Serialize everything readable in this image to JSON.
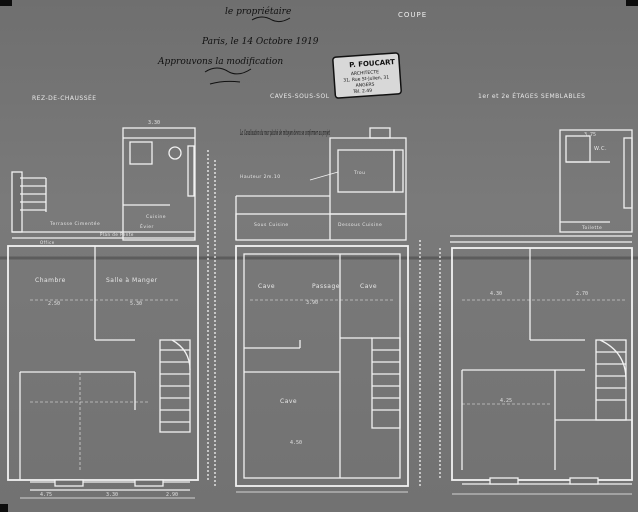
{
  "header": {
    "handwritten_top": "le propriétaire",
    "handwritten_date": "Paris, le 14 Octobre 1919",
    "handwritten_approval": "Approuvons la modification",
    "title_coupe": "COUPE"
  },
  "stamp": {
    "name": "P. FOUCART",
    "line1": "ARCHITECTE",
    "line2": "31, Rue St-Julien, 31",
    "line3": "ANGERS",
    "line4": "Tél. 2.49"
  },
  "plans": {
    "rdc": {
      "title": "REZ-DE-CHAUSSÉE"
    },
    "caves": {
      "title": "CAVES-SOUS-SOL"
    },
    "etages": {
      "title": "1er et 2e ÉTAGES SEMBLABLES"
    }
  },
  "annotations": {
    "canalisation_note": "La Canalisation du mur plaché de mitoyen devra se conformer au projet",
    "hauteur_note": "Hauteur 2m.10",
    "terrasse": "Terrasse Cimentée",
    "cuisine": "Cuisine",
    "evier": "Évier",
    "office": "Office",
    "plan_de_pente": "Plan de Pente",
    "chambre_rdc": "Chambre",
    "salle_manger": "Salle à Manger",
    "wc_caves": "Trou",
    "sous_cuisine": "Sous Cuisine",
    "dessous_cuisine": "Dessous Cuisine",
    "cave1": "Cave",
    "passage": "Passage",
    "cave2": "Cave",
    "cave3": "Cave",
    "wc_etage": "W.C.",
    "toilette": "Toilette"
  },
  "dimensions": {
    "d1": "3.30",
    "d2": "2.50",
    "d3": "5.30",
    "d4": "3.90",
    "d5": "4.50",
    "d6": "4.30",
    "d7": "2.70",
    "d8": "4.25",
    "d9": "4.75",
    "d10": "3.30",
    "d11": "2.90",
    "d12": "3.75"
  },
  "colors": {
    "paper": "#767676",
    "line": "#f2f2f2",
    "ink": "#111111",
    "stamp_bg": "#d8d8d8"
  }
}
